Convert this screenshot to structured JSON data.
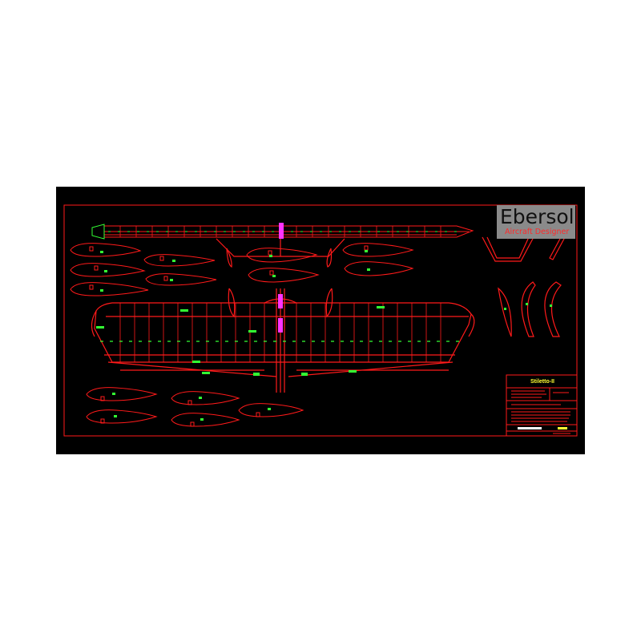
{
  "brand": {
    "name": "Ebersol",
    "tagline": "Aircraft Designer"
  },
  "title_block": {
    "title": "Stiletto-II"
  },
  "colors": {
    "background": "#000000",
    "page": "#ffffff",
    "outline": "#ff1a1a",
    "rib_marks": "#33ff33",
    "spar_dash": "#33ff33",
    "joiner": "#ff33ff",
    "title_text": "#ffff33",
    "logo_bg": "#8a8a8a"
  }
}
